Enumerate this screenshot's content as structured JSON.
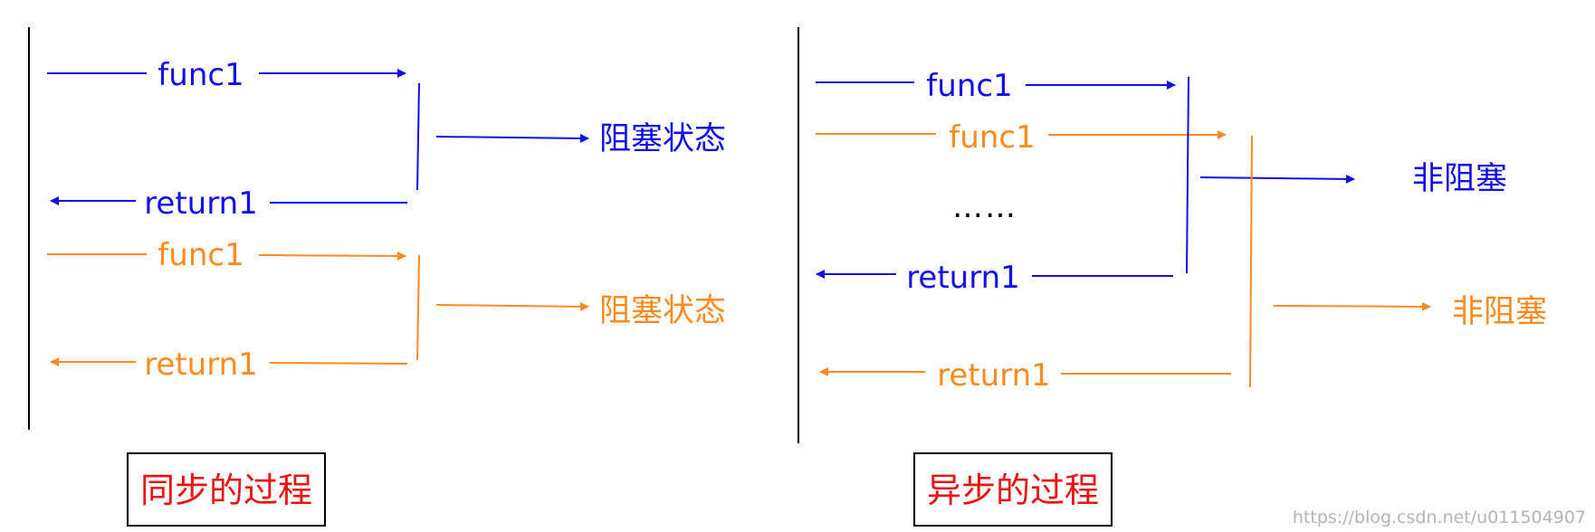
{
  "colors": {
    "blue": "#1010ee",
    "orange": "#ff8a1e",
    "black": "#000000",
    "red": "#ee1111",
    "watermark": "#b4b4b4"
  },
  "sync": {
    "call1_label": "func1",
    "state1_label": "阻塞状态",
    "return1_label": "return1",
    "call2_label": "func1",
    "state2_label": "阻塞状态",
    "return2_label": "return1",
    "caption": "同步的过程"
  },
  "async": {
    "call1_label": "func1",
    "call2_label": "func1",
    "ellipsis": "……",
    "state1_label": "非阻塞",
    "return1_label": "return1",
    "state2_label": "非阻塞",
    "return2_label": "return1",
    "caption": "异步的过程"
  },
  "watermark": "https://blog.csdn.net/u011504907"
}
